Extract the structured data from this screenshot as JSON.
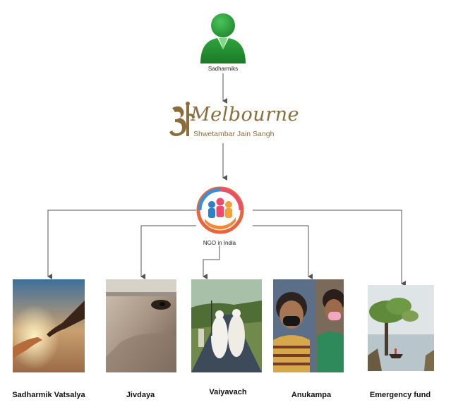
{
  "diagram": {
    "top_node": {
      "label": "Sadharmiks",
      "icon": "user-icon"
    },
    "org": {
      "title": "Melbourne",
      "subtitle": "Shwetambar Jain Sangh",
      "emblem": "jain-symbol-icon"
    },
    "ngo": {
      "label": "NGO in India",
      "icon": "community-hands-icon"
    },
    "categories": [
      {
        "label": "Sadharmik Vatsalya",
        "image": "helping-hands-photo"
      },
      {
        "label": "Jivdaya",
        "image": "animal-eye-photo"
      },
      {
        "label": "Vaiyavach",
        "image": "monks-walking-photo"
      },
      {
        "label": "Anukampa",
        "image": "children-masks-photo"
      },
      {
        "label": "Emergency fund",
        "image": "flood-tree-photo"
      }
    ],
    "colors": {
      "person_green": "#2e9e3e",
      "logo_brown": "#8a6d3b",
      "connector": "#555555"
    }
  }
}
